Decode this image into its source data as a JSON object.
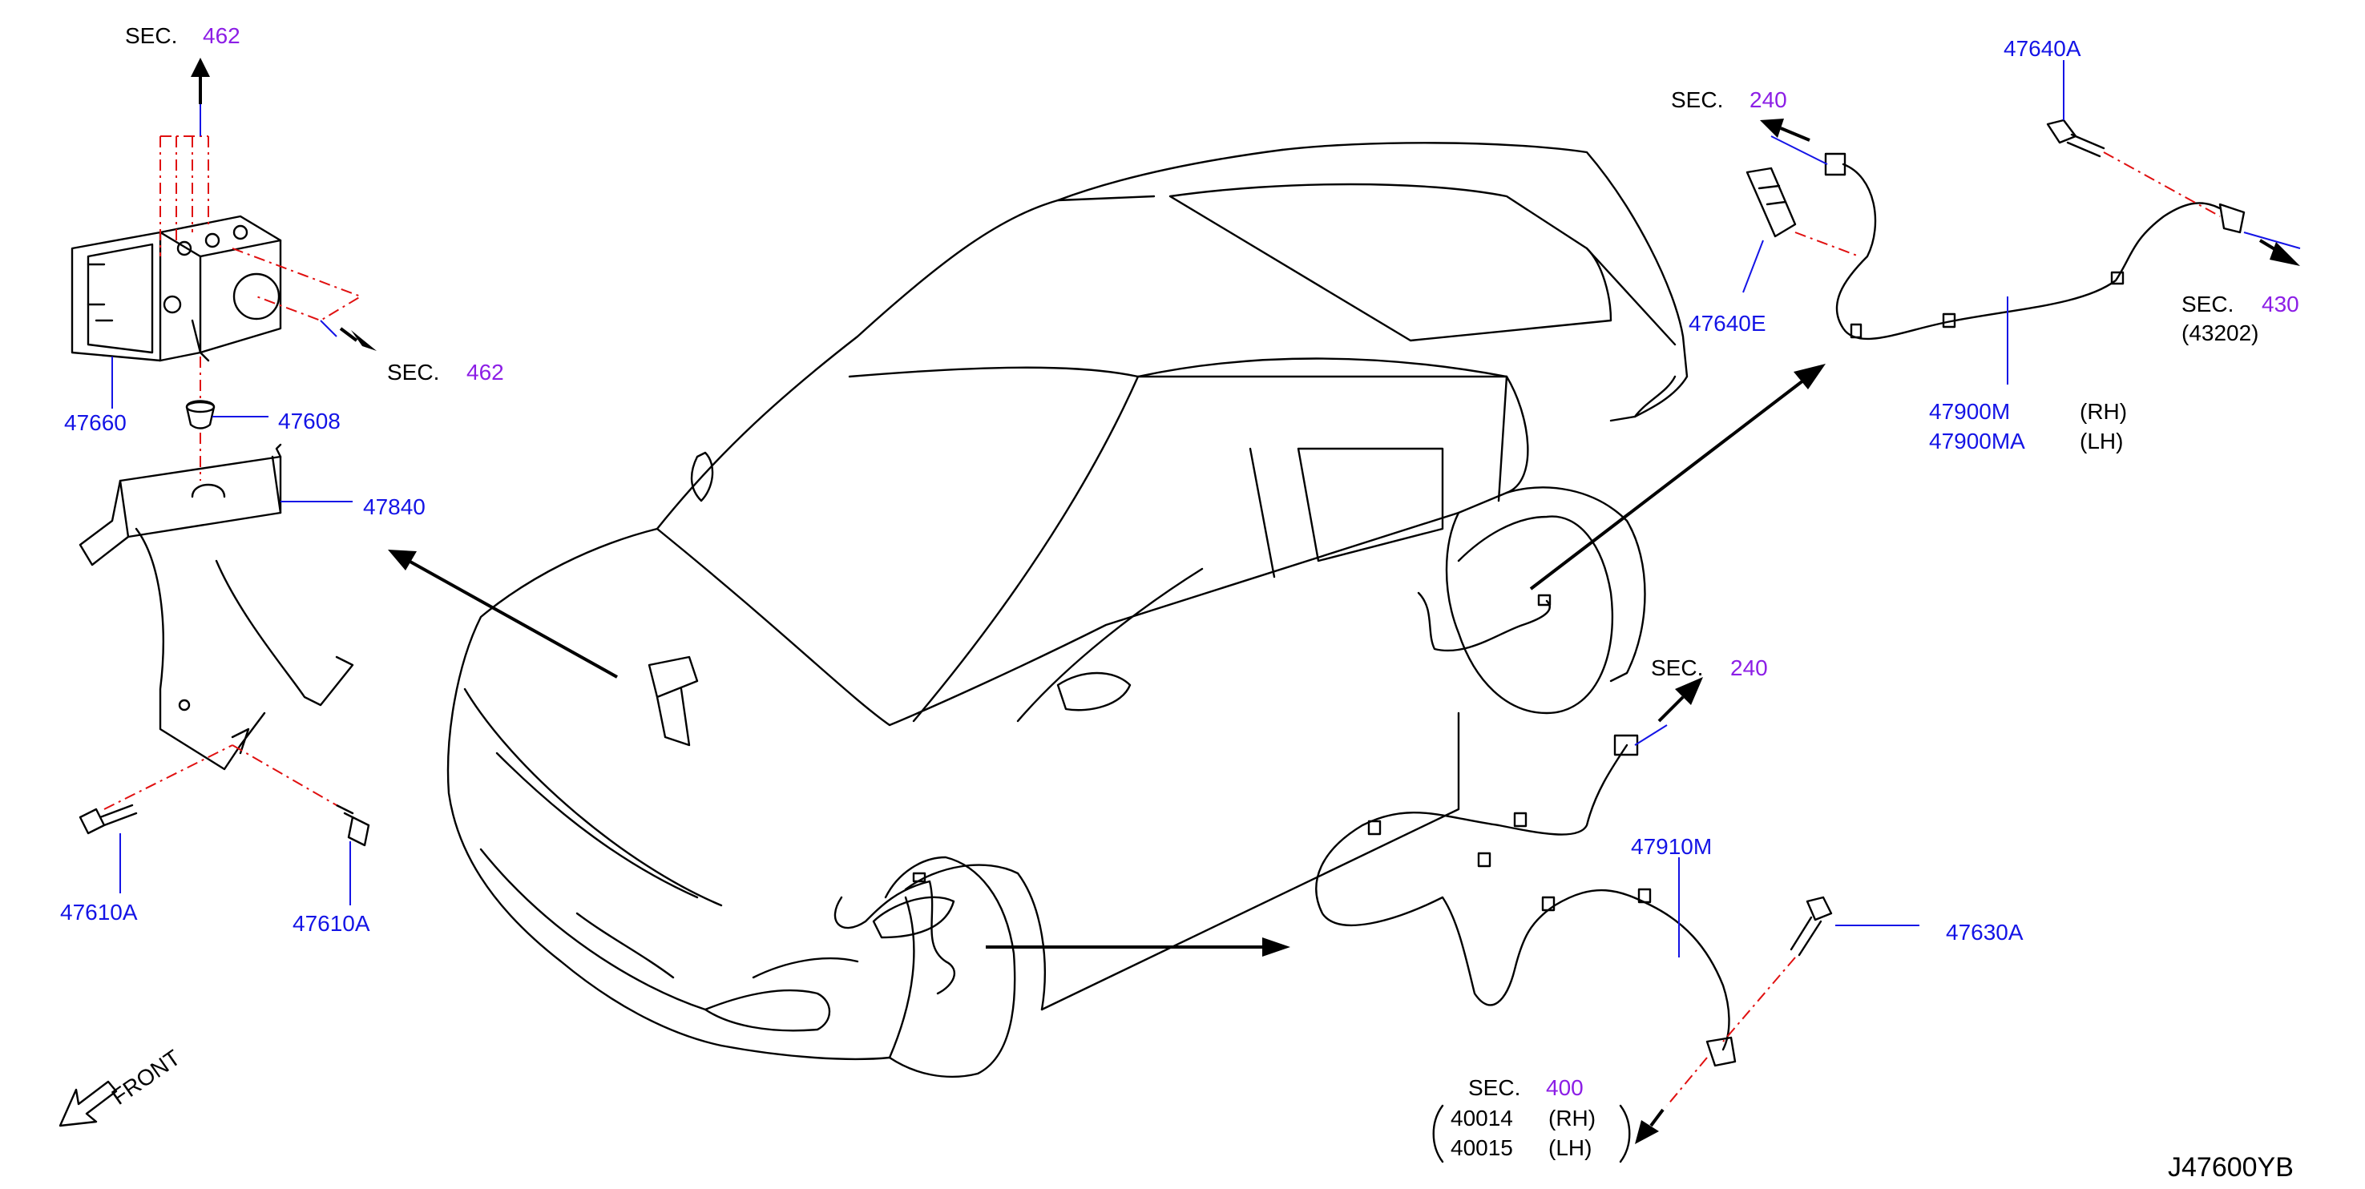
{
  "diagram_id": "J47600YB",
  "front_label": "FRONT",
  "colors": {
    "text": "#000000",
    "part_number": "#1414e6",
    "section_number": "#8c1ee6",
    "center_line": "#e01010",
    "leader_line": "#1414e6"
  },
  "sections": [
    {
      "prefix": "SEC.",
      "number": "462"
    },
    {
      "prefix": "SEC.",
      "number": "462"
    },
    {
      "prefix": "SEC.",
      "number": "240"
    },
    {
      "prefix": "SEC.",
      "number": "430",
      "note": "(43202)"
    },
    {
      "prefix": "SEC.",
      "number": "240"
    },
    {
      "prefix": "SEC.",
      "number": "400",
      "refs": [
        {
          "number": "40014",
          "side": "(RH)"
        },
        {
          "number": "40015",
          "side": "(LH)"
        }
      ]
    }
  ],
  "parts": [
    {
      "number": "47660"
    },
    {
      "number": "47608"
    },
    {
      "number": "47840"
    },
    {
      "number": "47610A"
    },
    {
      "number": "47610A"
    },
    {
      "number": "47640A"
    },
    {
      "number": "47640E"
    },
    {
      "number": "47900M",
      "side": "(RH)"
    },
    {
      "number": "47900MA",
      "side": "(LH)"
    },
    {
      "number": "47910M"
    },
    {
      "number": "47630A"
    }
  ]
}
